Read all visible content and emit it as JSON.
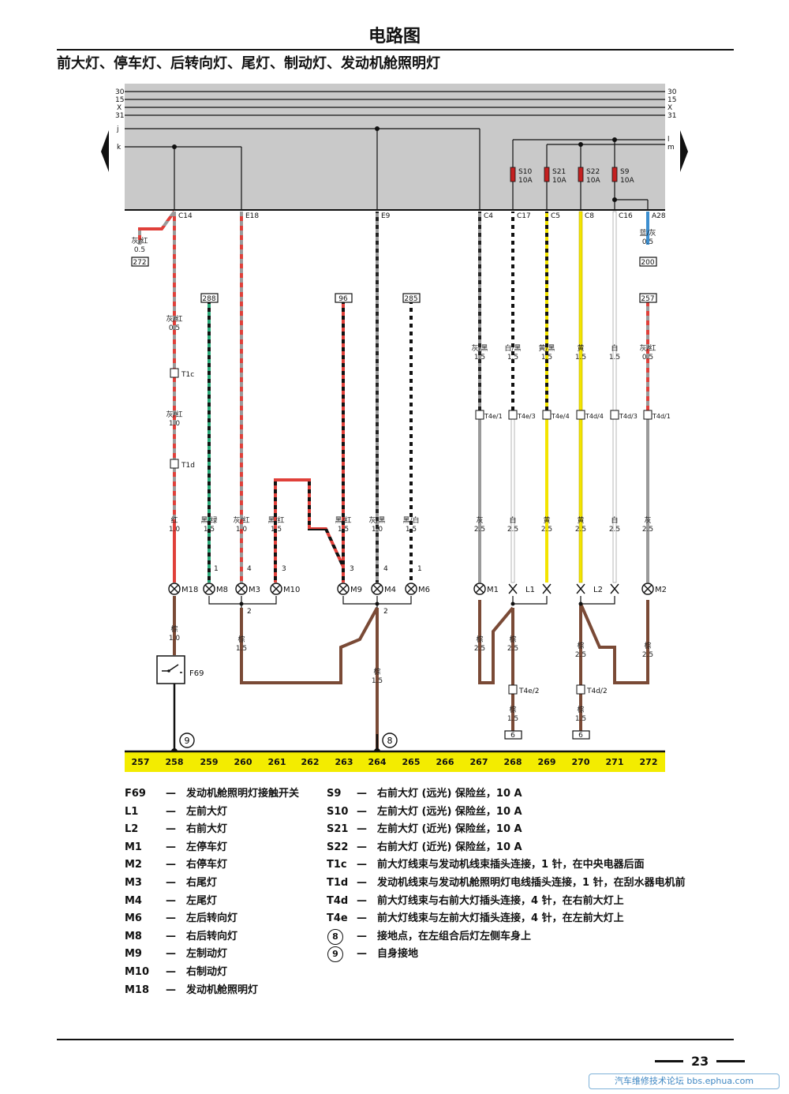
{
  "page": {
    "title": "电路图",
    "subtitle": "前大灯、停车灯、后转向灯、尾灯、制动灯、发动机舱照明灯",
    "page_number": "23",
    "watermark": "汽车维修技术论坛 bbs.ephua.com"
  },
  "diagram": {
    "bus_lines_right": [
      "30",
      "15",
      "X",
      "31"
    ],
    "bus_lines_left": [
      "j",
      "k"
    ],
    "bus_lines_right_lower": [
      "l",
      "m"
    ],
    "connectors": [
      "C14",
      "E18",
      "E9",
      "C4",
      "C17",
      "C5",
      "C8",
      "C16",
      "A28"
    ],
    "fuses": [
      {
        "name": "S10",
        "rating": "10A"
      },
      {
        "name": "S21",
        "rating": "10A"
      },
      {
        "name": "S22",
        "rating": "10A"
      },
      {
        "name": "S9",
        "rating": "10A"
      }
    ],
    "refs": [
      "272",
      "200",
      "288",
      "96",
      "285",
      "257",
      "6",
      "6"
    ],
    "wire_labels": [
      {
        "color": "灰/红",
        "size": "0.5"
      },
      {
        "color": "蓝/灰",
        "size": "0.5"
      },
      {
        "color": "灰/红",
        "size": "0.5"
      },
      {
        "color": "灰/红",
        "size": "1.0"
      },
      {
        "color": "灰/黑",
        "size": "1.5"
      },
      {
        "color": "白/黑",
        "size": "1.5"
      },
      {
        "color": "黄/黑",
        "size": "1.5"
      },
      {
        "color": "黄",
        "size": "1.5"
      },
      {
        "color": "白",
        "size": "1.5"
      },
      {
        "color": "灰/红",
        "size": "0.5"
      },
      {
        "color": "红",
        "size": "1.0"
      },
      {
        "color": "黑/绿",
        "size": "1.5"
      },
      {
        "color": "灰/红",
        "size": "1.0"
      },
      {
        "color": "黑/红",
        "size": "1.5"
      },
      {
        "color": "黑/红",
        "size": "1.5"
      },
      {
        "color": "灰/黑",
        "size": "1.0"
      },
      {
        "color": "黑/白",
        "size": "1.5"
      },
      {
        "color": "灰",
        "size": "2.5"
      },
      {
        "color": "白",
        "size": "2.5"
      },
      {
        "color": "黄",
        "size": "2.5"
      },
      {
        "color": "黄",
        "size": "2.5"
      },
      {
        "color": "白",
        "size": "2.5"
      },
      {
        "color": "灰",
        "size": "2.5"
      },
      {
        "color": "棕",
        "size": "1.0"
      },
      {
        "color": "棕",
        "size": "1.5"
      },
      {
        "color": "棕",
        "size": "1.5"
      },
      {
        "color": "棕",
        "size": "2.5"
      },
      {
        "color": "棕",
        "size": "2.5"
      },
      {
        "color": "棕",
        "size": "2.5"
      },
      {
        "color": "棕",
        "size": "2.5"
      },
      {
        "color": "棕",
        "size": "1.5"
      },
      {
        "color": "棕",
        "size": "1.5"
      }
    ],
    "connector_tags": [
      "T1c",
      "T1d",
      "T4e/1",
      "T4e/3",
      "T4e/4",
      "T4d/4",
      "T4d/3",
      "T4d/1",
      "T4e/2",
      "T4d/2"
    ],
    "components": [
      "M18",
      "M8",
      "M3",
      "M10",
      "M9",
      "M4",
      "M6",
      "M1",
      "L1",
      "L2",
      "M2",
      "F69"
    ],
    "pin_numbers": [
      "1",
      "4",
      "3",
      "3",
      "4",
      "1",
      "2",
      "2"
    ],
    "ground_points": [
      "9",
      "8"
    ],
    "bottom_numbers": [
      "257",
      "258",
      "259",
      "260",
      "261",
      "262",
      "263",
      "264",
      "265",
      "266",
      "267",
      "268",
      "269",
      "270",
      "271",
      "272"
    ]
  },
  "legend_left": [
    {
      "code": "F69",
      "desc": "发动机舱照明灯接触开关"
    },
    {
      "code": "L1",
      "desc": "左前大灯"
    },
    {
      "code": "L2",
      "desc": "右前大灯"
    },
    {
      "code": "M1",
      "desc": "左停车灯"
    },
    {
      "code": "M2",
      "desc": "右停车灯"
    },
    {
      "code": "M3",
      "desc": "右尾灯"
    },
    {
      "code": "M4",
      "desc": "左尾灯"
    },
    {
      "code": "M6",
      "desc": "左后转向灯"
    },
    {
      "code": "M8",
      "desc": "右后转向灯"
    },
    {
      "code": "M9",
      "desc": "左制动灯"
    },
    {
      "code": "M10",
      "desc": "右制动灯"
    },
    {
      "code": "M18",
      "desc": "发动机舱照明灯"
    }
  ],
  "legend_right": [
    {
      "code": "S9",
      "desc": "右前大灯 (远光) 保险丝，10 A"
    },
    {
      "code": "S10",
      "desc": "左前大灯 (远光) 保险丝，10 A"
    },
    {
      "code": "S21",
      "desc": "左前大灯 (近光) 保险丝，10 A"
    },
    {
      "code": "S22",
      "desc": "右前大灯 (近光) 保险丝，10 A"
    },
    {
      "code": "T1c",
      "desc": "前大灯线束与发动机线束插头连接，1 针，在中央电器后面"
    },
    {
      "code": "T1d",
      "desc": "发动机线束与发动机舱照明灯电线插头连接，1 针，在刮水器电机前"
    },
    {
      "code": "T4d",
      "desc": "前大灯线束与右前大灯插头连接，4 针，在右前大灯上"
    },
    {
      "code": "T4e",
      "desc": "前大灯线束与左前大灯插头连接，4 针，在左前大灯上"
    },
    {
      "code": "8",
      "desc": "接地点，在左组合后灯左侧车身上",
      "circled": true
    },
    {
      "code": "9",
      "desc": "自身接地",
      "circled": true
    }
  ]
}
